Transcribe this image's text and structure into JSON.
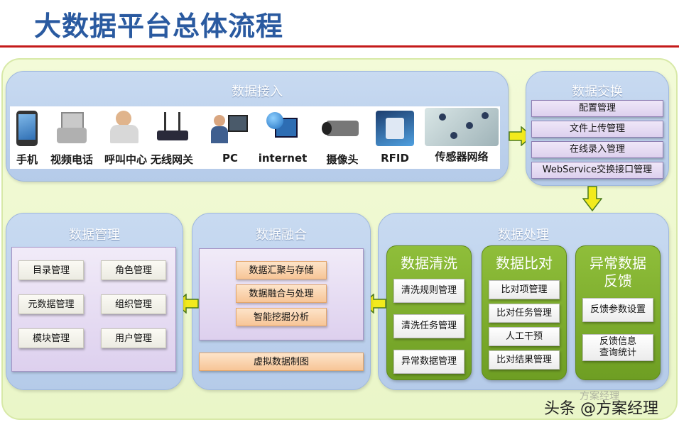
{
  "title": "大数据平台总体流程",
  "watermark": "头条 @方案经理",
  "watermark_ghost": "方案经理",
  "data_access": {
    "title": "数据接入",
    "devices": [
      {
        "label": "手机",
        "icon": "mobile-phone-icon"
      },
      {
        "label": "视频电话",
        "icon": "video-phone-icon"
      },
      {
        "label": "呼叫中心",
        "icon": "call-center-icon"
      },
      {
        "label": "无线网关",
        "icon": "wireless-router-icon"
      },
      {
        "label": "PC",
        "icon": "pc-user-icon"
      },
      {
        "label": "internet",
        "icon": "internet-globe-icon"
      },
      {
        "label": "摄像头",
        "icon": "camera-icon"
      },
      {
        "label": "RFID",
        "icon": "rfid-card-icon"
      },
      {
        "label": "传感器网络",
        "icon": "sensor-network-icon"
      }
    ]
  },
  "data_exchange": {
    "title": "数据交换",
    "items": [
      "配置管理",
      "文件上传管理",
      "在线录入管理",
      "WebService交换接口管理"
    ]
  },
  "data_processing": {
    "title": "数据处理",
    "columns": [
      {
        "title": "数据清洗",
        "items": [
          "清洗规则管理",
          "清洗任务管理",
          "异常数据管理"
        ]
      },
      {
        "title": "数据比对",
        "items": [
          "比对项管理",
          "比对任务管理",
          "人工干预",
          "比对结果管理"
        ]
      },
      {
        "title": "异常数据\n反馈",
        "title_lines": [
          "异常数据",
          "反馈"
        ],
        "items": [
          "反馈参数设置",
          "反馈信息\n查询统计"
        ],
        "item_lines": [
          [
            "反馈参数设置"
          ],
          [
            "反馈信息",
            "查询统计"
          ]
        ]
      }
    ]
  },
  "data_fusion": {
    "title": "数据融合",
    "items": [
      "数据汇聚与存储",
      "数据融合与处理",
      "智能挖掘分析"
    ],
    "bottom": "虚拟数据制图"
  },
  "data_management": {
    "title": "数据管理",
    "items": [
      "目录管理",
      "角色管理",
      "元数据管理",
      "组织管理",
      "模块管理",
      "用户管理"
    ]
  },
  "colors": {
    "title": "#2a5aa0",
    "rule": "#c41a1a",
    "panel": "#b5cbe9",
    "canvas": "#eaf6c8",
    "green": "#7aab2b",
    "arrow": "#f2ea1d"
  }
}
